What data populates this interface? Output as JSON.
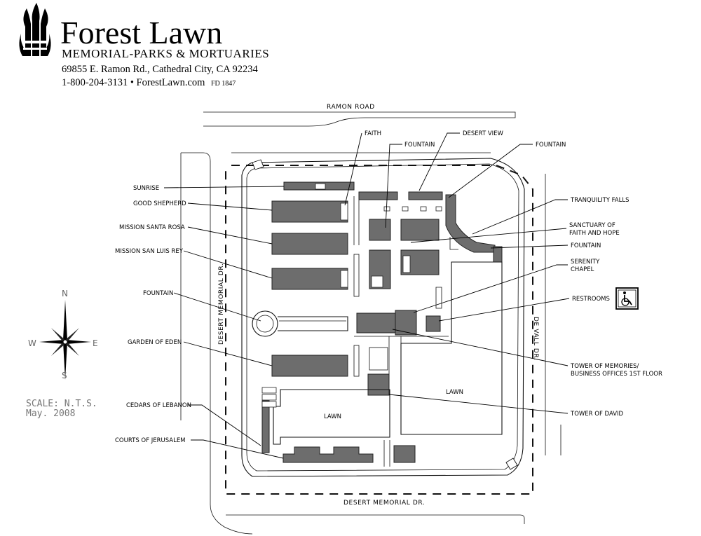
{
  "brand": {
    "name": "Forest Lawn",
    "subtitle": "MEMORIAL-PARKS & MORTUARIES",
    "address": "69855 E. Ramon Rd., Cathedral City, CA  92234",
    "contact": "1-800-204-3131 • ForestLawn.com",
    "license": "FD 1847"
  },
  "roads": {
    "north": "RAMON ROAD",
    "south": "DESERT MEMORIAL DR.",
    "west": "DESERT MEMORIAL DR.",
    "east": "DE VALL DR."
  },
  "labels": {
    "sunrise": "SUNRISE",
    "good_shepherd": "GOOD SHEPHERD",
    "mission_santa_rosa": "MISSION SANTA ROSA",
    "mission_san_luis_rey": "MISSION SAN LUIS REY",
    "fountain_west": "FOUNTAIN",
    "garden_of_eden": "GARDEN OF EDEN",
    "cedars_of_lebanon": "CEDARS OF LEBANON",
    "courts_of_jerusalem": "COURTS OF JERUSALEM",
    "faith": "FAITH",
    "fountain_top": "FOUNTAIN",
    "desert_view": "DESERT VIEW",
    "fountain_ne": "FOUNTAIN",
    "tranquility_falls": "TRANQUILITY FALLS",
    "sanctuary_line1": "SANCTUARY OF",
    "sanctuary_line2": "FAITH AND HOPE",
    "fountain_east": "FOUNTAIN",
    "serenity_line1": "SERENITY",
    "serenity_line2": "CHAPEL",
    "restrooms": "RESTROOMS",
    "tower_memories_line1": "TOWER OF MEMORIES/",
    "tower_memories_line2": "BUSINESS OFFICES 1ST FLOOR",
    "tower_of_david": "TOWER OF DAVID",
    "lawn_west": "LAWN",
    "lawn_east": "LAWN"
  },
  "compass": {
    "n": "N",
    "s": "S",
    "e": "E",
    "w": "W"
  },
  "scale": {
    "line1": "SCALE: N.T.S.",
    "line2": "May. 2008"
  },
  "icons": {
    "logo": "forest-lawn-logo",
    "accessibility": "wheelchair-icon",
    "compass": "compass-rose-icon"
  },
  "colors": {
    "building_fill": "#6d6d6d",
    "line": "#111111",
    "background": "#ffffff"
  }
}
